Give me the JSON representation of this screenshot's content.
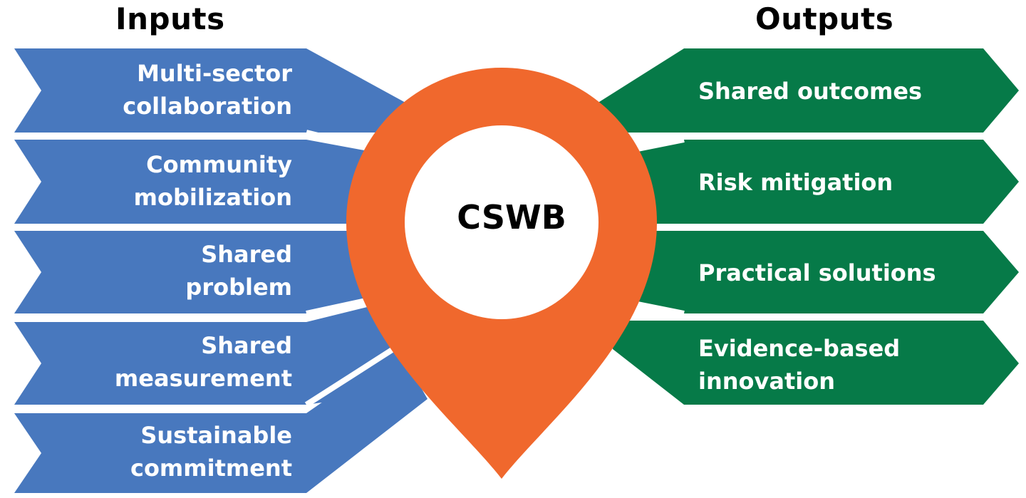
{
  "headings": {
    "inputs": "Inputs",
    "outputs": "Outputs"
  },
  "hub": {
    "label": "CSWB",
    "color": "#F0682D"
  },
  "colors": {
    "inputs": "#4878BE",
    "outputs": "#067A48"
  },
  "inputs": [
    {
      "line1": "Multi-sector",
      "line2": "collaboration"
    },
    {
      "line1": "Community",
      "line2": "mobilization"
    },
    {
      "line1": "Shared",
      "line2": "problem"
    },
    {
      "line1": "Shared",
      "line2": "measurement"
    },
    {
      "line1": "Sustainable",
      "line2": "commitment"
    }
  ],
  "outputs": [
    {
      "line1": "Shared outcomes",
      "line2": ""
    },
    {
      "line1": "Risk mitigation",
      "line2": ""
    },
    {
      "line1": "Practical solutions",
      "line2": ""
    },
    {
      "line1": "Evidence-based",
      "line2": "innovation"
    }
  ]
}
